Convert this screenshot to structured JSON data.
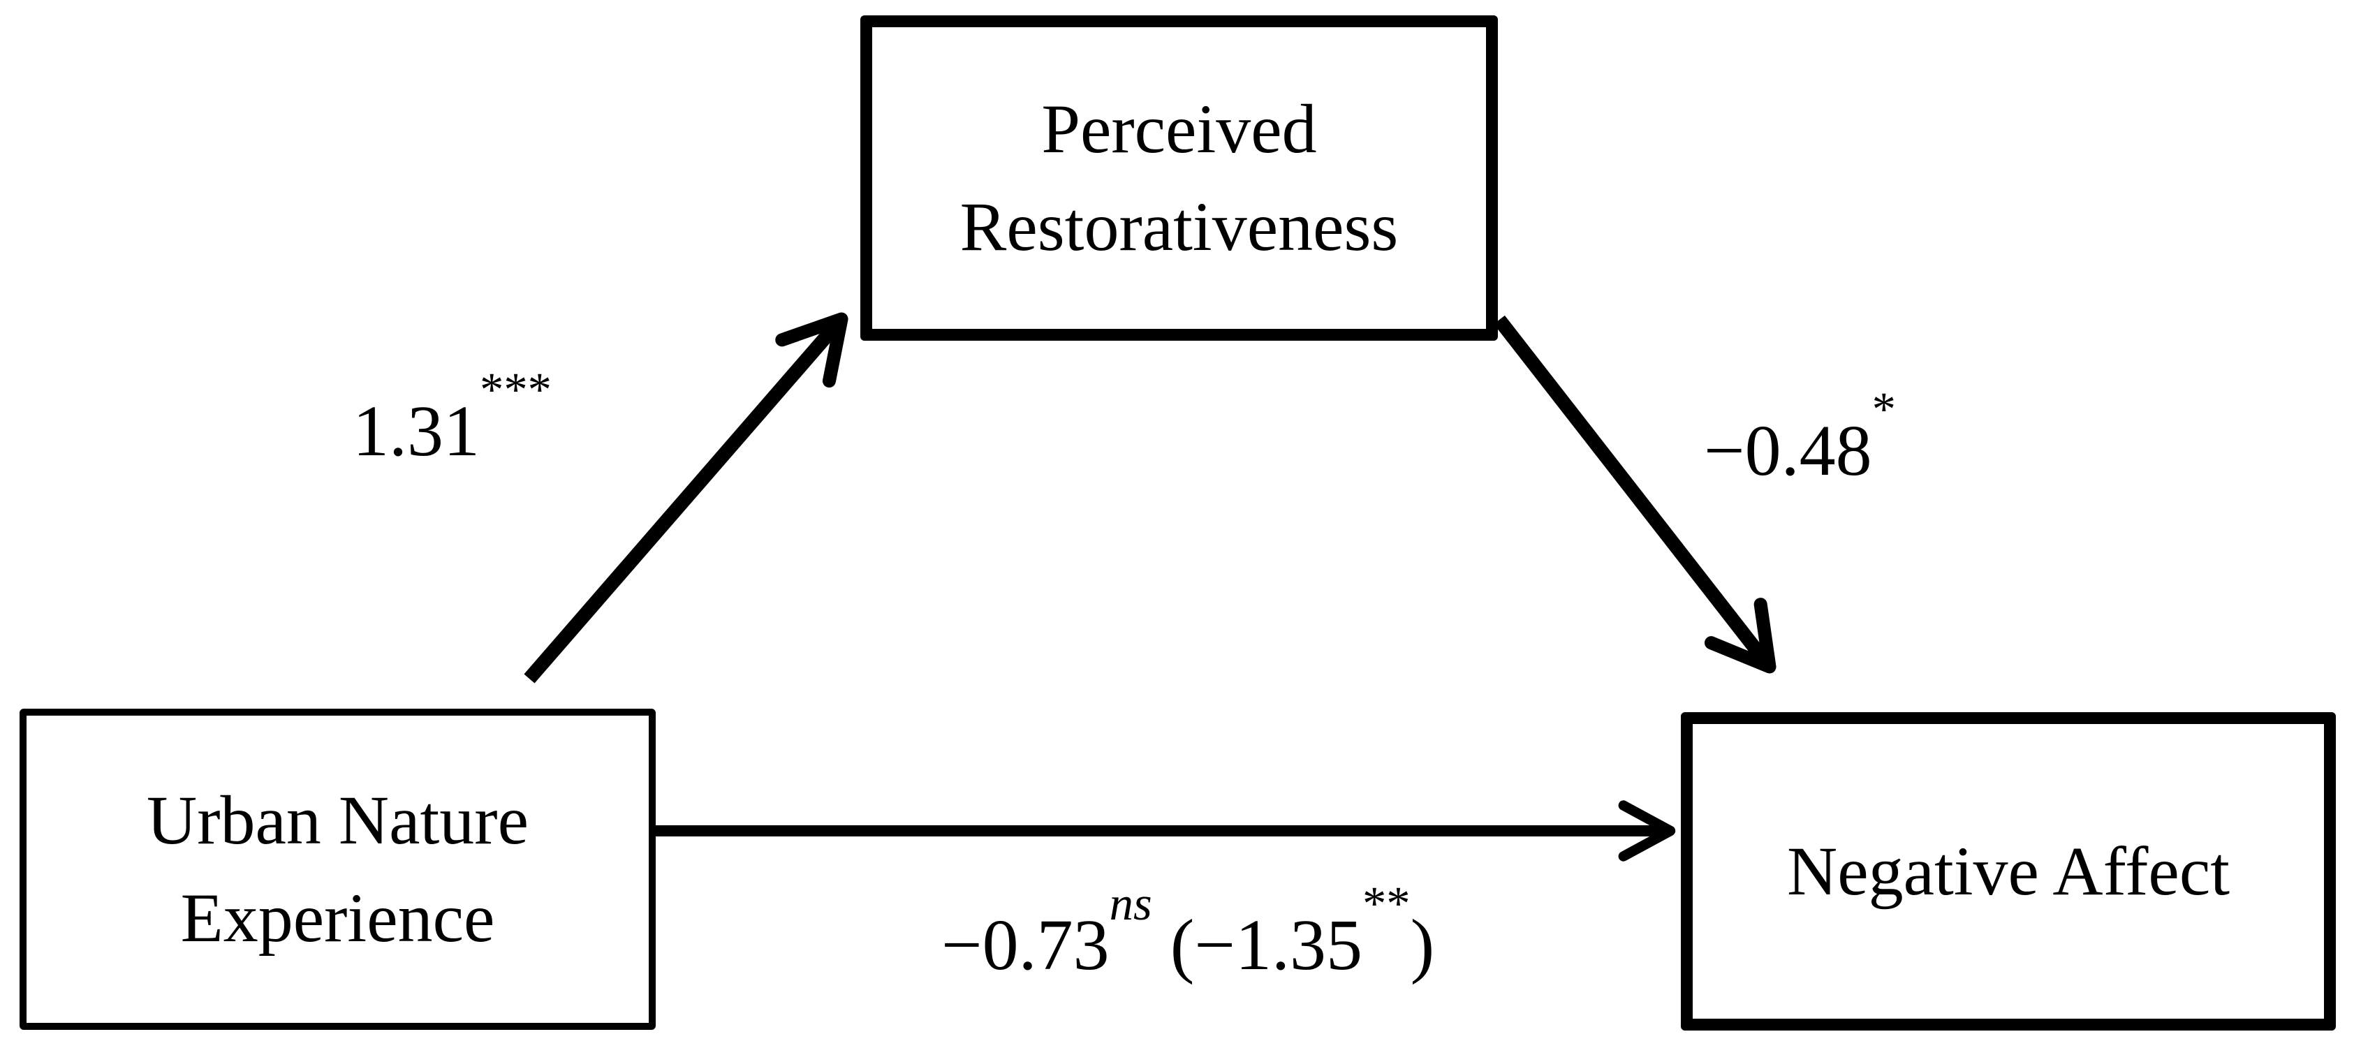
{
  "boxes": {
    "mediator": {
      "line1": "Perceived",
      "line2": "Restorativeness"
    },
    "predictor": {
      "line1": "Urban Nature",
      "line2": "Experience"
    },
    "outcome": {
      "line1": "Negative Affect"
    }
  },
  "labels": {
    "a_path": {
      "coefficient": "1.31",
      "significance": "***"
    },
    "b_path": {
      "coefficient": "−0.48",
      "significance": "*"
    },
    "c_path": {
      "coefficient": "−0.73",
      "significance": "ns",
      "total_prefix": " (",
      "total": "−1.35",
      "total_significance": "**",
      "total_suffix": ")"
    }
  },
  "colors": {
    "line": "#000000",
    "text": "#000000",
    "background": "#ffffff"
  }
}
